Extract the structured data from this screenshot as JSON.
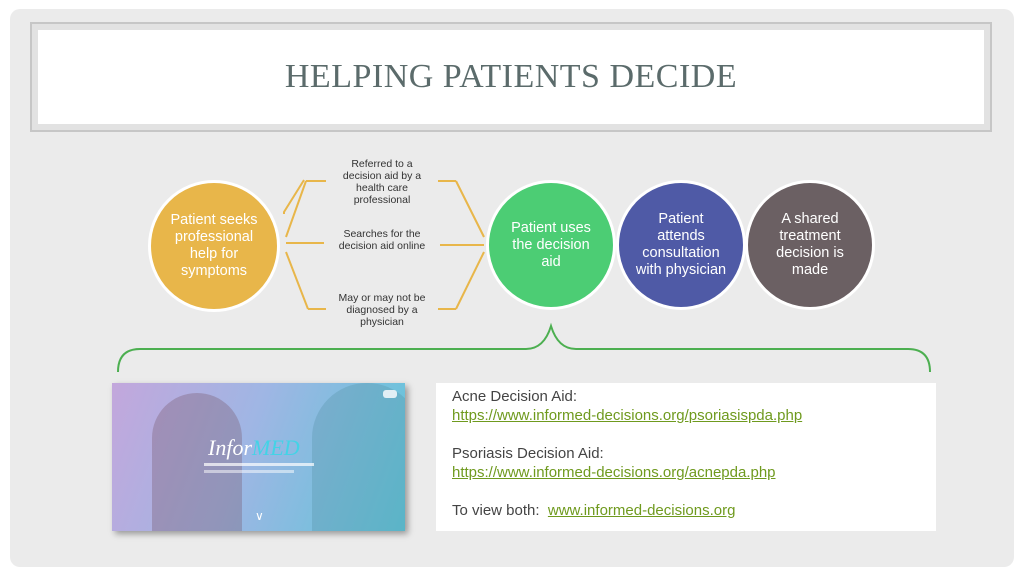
{
  "title": "HELPING PATIENTS DECIDE",
  "flow": {
    "start": "Patient seeks professional help for symptoms",
    "paths": [
      "Referred to a decision aid by a health care professional",
      "Searches for the decision aid online",
      "May or may not be diagnosed by a physician"
    ],
    "step2": "Patient uses the decision aid",
    "step3": "Patient attends consultation with physician",
    "step4": "A shared treatment decision is made"
  },
  "video": {
    "logo_main": "Infor",
    "logo_accent": "MED"
  },
  "links": {
    "acne_label": "Acne Decision Aid:",
    "acne_url": "https://www.informed-decisions.org/psoriasispda.php",
    "psoriasis_label": "Psoriasis Decision Aid:",
    "psoriasis_url": "https://www.informed-decisions.org/acnepda.php",
    "both_label": "To view both:",
    "both_url": "www.informed-decisions.org"
  },
  "colors": {
    "start": "#e8b64a",
    "step2": "#4ccd74",
    "step3": "#4f5aa6",
    "step4": "#6b6063",
    "chevron": "#e8b64a",
    "brace": "#4caf50",
    "link": "#6f9a1e"
  }
}
